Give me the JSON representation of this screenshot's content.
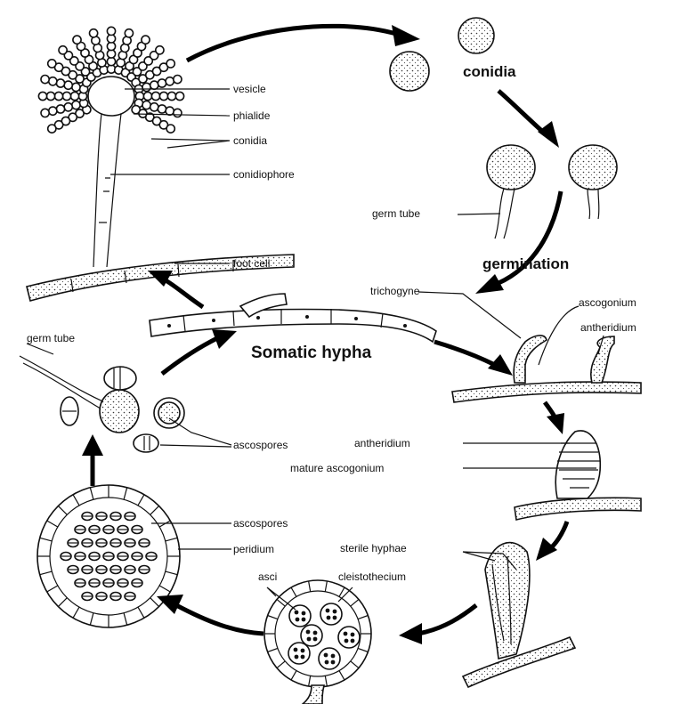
{
  "title": "",
  "stages": {
    "conidia": "conidia",
    "germination": "germination",
    "somatic_hypha": "Somatic hypha"
  },
  "labels": {
    "vesicle": "vesicle",
    "phialide": "phialide",
    "conidia": "conidia",
    "conidiophore": "conidiophore",
    "foot_cell": "foot cell",
    "germ_tube_right": "germ tube",
    "trichogyne": "trichogyne",
    "ascogonium": "ascogonium",
    "antheridium_top": "antheridium",
    "germ_tube_left": "germ tube",
    "ascospores_top": "ascospores",
    "antheridium_mid": "antheridium",
    "mature_ascogonium": "mature ascogonium",
    "ascospores_bottom": "ascospores",
    "peridium": "peridium",
    "sterile_hyphae": "sterile hyphae",
    "asci": "asci",
    "cleistothecium": "cleistothecium"
  },
  "colors": {
    "ink": "#111111",
    "background": "#ffffff"
  }
}
